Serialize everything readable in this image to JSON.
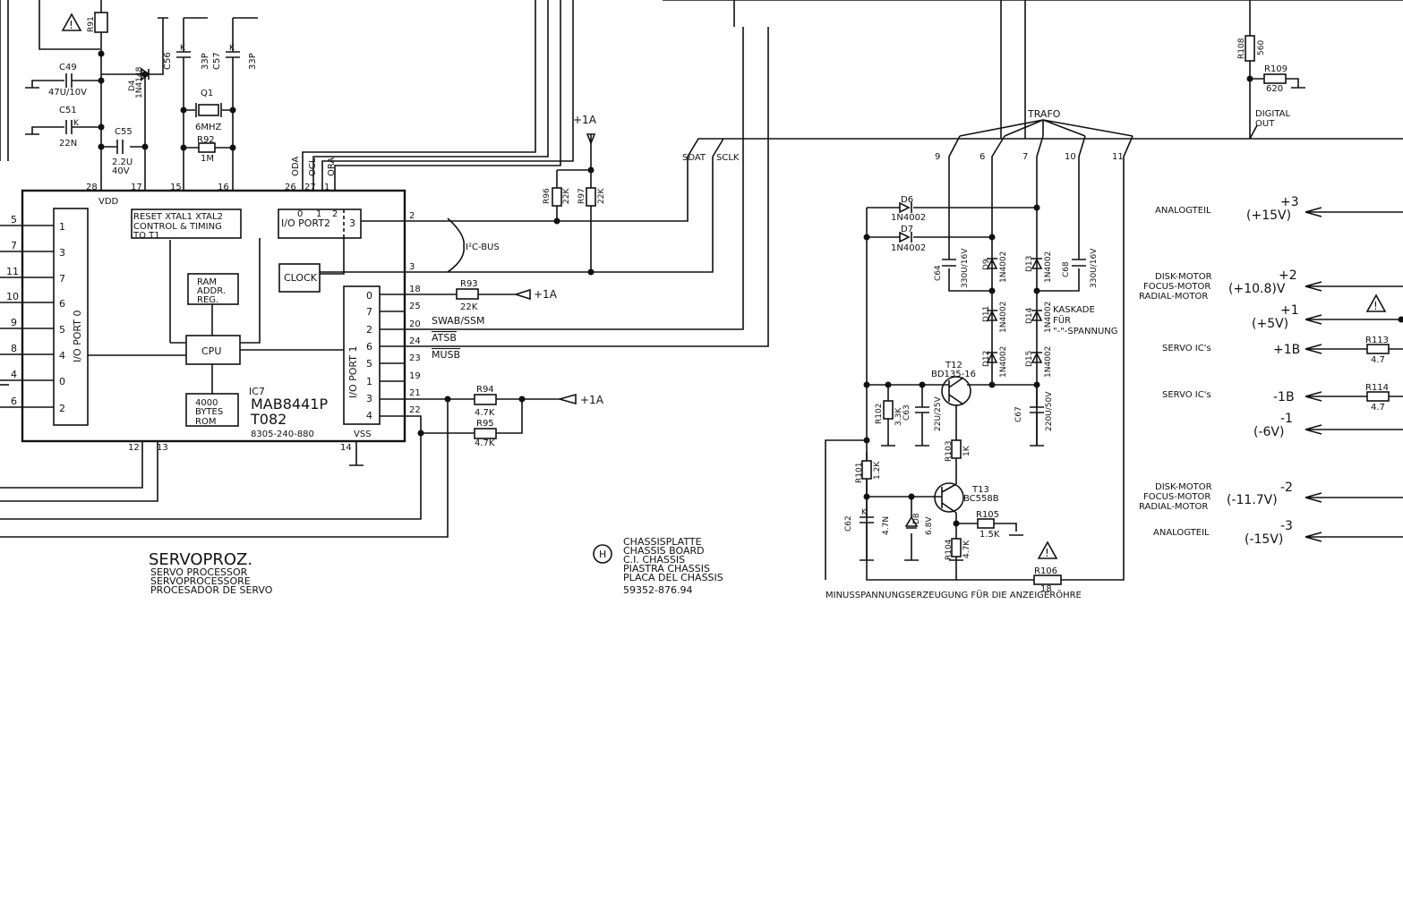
{
  "ic7": {
    "designator": "IC7",
    "part": "MAB8441P",
    "variant": "T082",
    "code": "8305-240-880",
    "vdd": "VDD",
    "vss": "VSS",
    "reset_block_1": "RESET XTAL1 XTAL2",
    "reset_block_2": "CONTROL & TIMING",
    "reset_block_3": "TO T1",
    "ioport2": "I/O PORT2",
    "ioport2_pin": "3",
    "ioport0": "I/O PORT 0",
    "ioport1": "I/O PORT 1",
    "clock": "CLOCK",
    "ram_1": "RAM",
    "ram_2": "ADDR.",
    "ram_3": "REG.",
    "cpu": "CPU",
    "rom_1": "4000",
    "rom_2": "BYTES",
    "rom_3": "ROM",
    "port2_bits": [
      "0",
      "1",
      "2"
    ],
    "port0_bits": [
      "1",
      "3",
      "7",
      "6",
      "5",
      "4",
      "0",
      "2"
    ],
    "port1_bits": [
      "0",
      "7",
      "2",
      "6",
      "5",
      "1",
      "3",
      "4"
    ],
    "left_pins": [
      "5",
      "7",
      "11",
      "10",
      "9",
      "8",
      "4",
      "6"
    ],
    "top_pins": [
      "28",
      "17",
      "15",
      "16",
      "26",
      "27",
      "1"
    ],
    "top_signals": [
      "ODA",
      "OCL",
      "ORA"
    ],
    "right_pins": [
      "2",
      "3",
      "18",
      "25",
      "20",
      "24",
      "23",
      "19",
      "21",
      "22"
    ],
    "bottom_pins": [
      "12",
      "13",
      "14"
    ]
  },
  "signals": {
    "swab": "SWAB/SSM",
    "atsb": "ATSB",
    "musb": "MUSB",
    "i2c": "I²C-BUS",
    "sdat": "SDAT",
    "sclk": "SCLK"
  },
  "components": {
    "r91": "R91",
    "d4": "D4",
    "d4_val": "1N4148",
    "c56": "C56",
    "c56_val": "33P",
    "c57": "C57",
    "c57_val": "33P",
    "c49": "C49",
    "c49_val": "47U/10V",
    "c51": "C51",
    "c51_val": "22N",
    "c55": "C55",
    "c55_val1": "2.2U",
    "c55_val2": "40V",
    "q1": "Q1",
    "q1_val": "6MHZ",
    "r92": "R92",
    "r92_val": "1M",
    "r96": "R96",
    "r96_val": "22K",
    "r97": "R97",
    "r97_val": "22K",
    "r93": "R93",
    "r93_val": "22K",
    "r94": "R94",
    "r94_val": "4.7K",
    "r95": "R95",
    "r95_val": "4.7K",
    "r108": "R108",
    "r108_val": "560",
    "r109": "R109",
    "r109_val": "620",
    "k": "K"
  },
  "supply": {
    "plus1a_top": "+1A",
    "plus1a_r93": "+1A",
    "plus1a_r94": "+1A"
  },
  "neg_supply": {
    "trafo": "TRAFO",
    "trafo_pins": [
      "9",
      "6",
      "7",
      "10",
      "11"
    ],
    "d6": "D6",
    "d6_val": "1N4002",
    "d7": "D7",
    "d7_val": "1N4002",
    "c64": "C64",
    "c64_val": "330U/16V",
    "d9": "D9",
    "d9_val": "1N4002",
    "d13": "D13",
    "d13_val": "1N4002",
    "c68": "C68",
    "c68_val": "330U/16V",
    "d11": "D11",
    "d11_val": "1N4002",
    "d14": "D14",
    "d14_val": "1N4002",
    "kaskade_1": "KASKADE",
    "kaskade_2": "FÜR",
    "kaskade_3": "\"-\"-SPANNUNG",
    "d12": "D12",
    "d12_val": "1N4002",
    "d15": "D15",
    "d15_val": "1N4002",
    "t12": "T12",
    "t12_val": "BD135-16",
    "r102": "R102",
    "r102_val": "3.3K",
    "c63": "C63",
    "c63_val": "22U/25V",
    "c67": "C67",
    "c67_val": "220U/50V",
    "r103": "R103",
    "r103_val": "1K",
    "r101": "R101",
    "r101_val": "1.2K",
    "t13": "T13",
    "t13_val": "BC558B",
    "c62": "C62",
    "c62_val": "4.7N",
    "d8": "D8",
    "d8_val": "6.8V",
    "r105": "R105",
    "r105_val": "1.5K",
    "r104": "R104",
    "r104_val": "4.7K",
    "r106": "R106",
    "r106_val": "18",
    "caption": "MINUSSPANNUNGSERZEUGUNG FÜR DIE ANZEIGERÖHRE"
  },
  "rails": [
    {
      "desc": [
        "ANALOGTEIL"
      ],
      "name": "+3",
      "volt": "(+15V)"
    },
    {
      "desc": [
        "DISK-MOTOR",
        "FOCUS-MOTOR",
        "RADIAL-MOTOR"
      ],
      "name": "+2",
      "volt": "(+10.8)V"
    },
    {
      "desc": [],
      "name": "+1",
      "volt": "(+5V)"
    },
    {
      "desc": [
        "SERVO IC's"
      ],
      "name": "+1B",
      "volt": ""
    },
    {
      "desc": [
        "SERVO IC's"
      ],
      "name": "-1B",
      "volt": ""
    },
    {
      "desc": [],
      "name": "-1",
      "volt": "(-6V)"
    },
    {
      "desc": [
        "DISK-MOTOR",
        "FOCUS-MOTOR",
        "RADIAL-MOTOR"
      ],
      "name": "-2",
      "volt": "(-11.7V)"
    },
    {
      "desc": [
        "ANALOGTEIL"
      ],
      "name": "-3",
      "volt": "(-15V)"
    }
  ],
  "rail_resistors": {
    "r113": "R113",
    "r113_val": "4.7",
    "r114": "R114",
    "r114_val": "4.7"
  },
  "digital_out_1": "DIGITAL",
  "digital_out_2": "OUT",
  "title": {
    "main": "SERVOPROZ.",
    "sub": [
      "SERVO PROCESSOR",
      "SERVOPROCESSORE",
      "PROCESADOR DE SERVO"
    ]
  },
  "chassis": {
    "symbol": "H",
    "lines": [
      "CHASSISPLATTE",
      "CHASSIS BOARD",
      "C.I. CHASSIS",
      "PIASTRA CHASSIS",
      "PLACA DEL CHASSIS"
    ],
    "code": "59352-876.94"
  },
  "warning_symbol": "!"
}
